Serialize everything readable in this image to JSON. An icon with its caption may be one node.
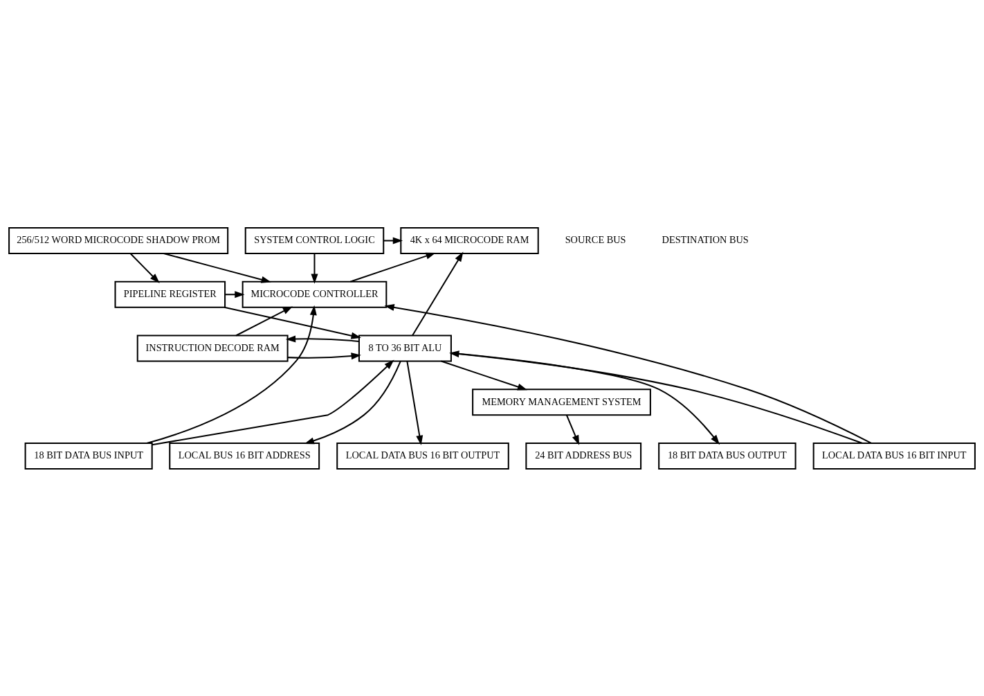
{
  "diagram": {
    "nodes": [
      {
        "text": [
          "4K x 64 MICROCODE RAM"
        ]
      },
      {
        "text": [
          "256/512 WORD MICROCODE SHADOW PROM"
        ]
      },
      {
        "text": [
          "SYSTEM CONTROL LOGIC"
        ]
      },
      {
        "text": [
          "PIPELINE REGISTER"
        ]
      },
      {
        "text": [
          "MICROCODE CONTROLLER"
        ]
      },
      {
        "text": [
          "8 TO 36 BIT ALU"
        ]
      },
      {
        "text": [
          "INSTRUCTION DECODE RAM"
        ]
      },
      {
        "text": [
          "MEMORY MANAGEMENT SYSTEM"
        ]
      },
      {
        "text": [
          "24 BIT ADDRESS BUS"
        ]
      },
      {
        "text": [
          "18 BIT DATA BUS OUTPUT"
        ]
      },
      {
        "text": [
          "18 BIT DATA BUS INPUT"
        ]
      },
      {
        "text": [
          "LOCAL BUS 16 BIT ADDRESS"
        ]
      },
      {
        "text": [
          "LOCAL DATA BUS 16 BIT OUTPUT"
        ]
      },
      {
        "text": [
          "LOCAL DATA BUS 16 BIT INPUT"
        ]
      }
    ],
    "edges": [
      {
        "from": 2,
        "to": 0,
        "arrow": "to"
      },
      {
        "from": 2,
        "to": 4,
        "arrow": "to"
      },
      {
        "from": 4,
        "to": 0,
        "arrow": "to"
      },
      {
        "from": 1,
        "to": 3,
        "arrow": "to"
      },
      {
        "from": 1,
        "to": 4,
        "arrow": "to"
      },
      {
        "from": 3,
        "to": 5,
        "arrow": "to"
      },
      {
        "from": 3,
        "to": 4,
        "arrow": "to"
      },
      {
        "from": 6,
        "to": 5,
        "arrow": "to"
      },
      {
        "from": 6,
        "to": 4,
        "arrow": "to"
      },
      {
        "from": 10,
        "to": 5,
        "arrow": "to"
      },
      {
        "from": 10,
        "to": 4,
        "arrow": "to"
      },
      {
        "from": 13,
        "to": 5,
        "arrow": "to"
      },
      {
        "from": 13,
        "to": 4,
        "arrow": "to"
      },
      {
        "from": 5,
        "to": 7,
        "arrow": "to"
      },
      {
        "from": 5,
        "to": 0,
        "arrow": "to"
      },
      {
        "from": 5,
        "to": 6,
        "arrow": "to"
      },
      {
        "from": 5,
        "to": 9,
        "arrow": "to"
      },
      {
        "from": 5,
        "to": 11,
        "arrow": "to"
      },
      {
        "from": 5,
        "to": 12,
        "arrow": "to"
      },
      {
        "from": 7,
        "to": 8,
        "arrow": "to"
      }
    ],
    "labels": [
      "SOURCE BUS",
      "DESTINATION BUS"
    ]
  }
}
